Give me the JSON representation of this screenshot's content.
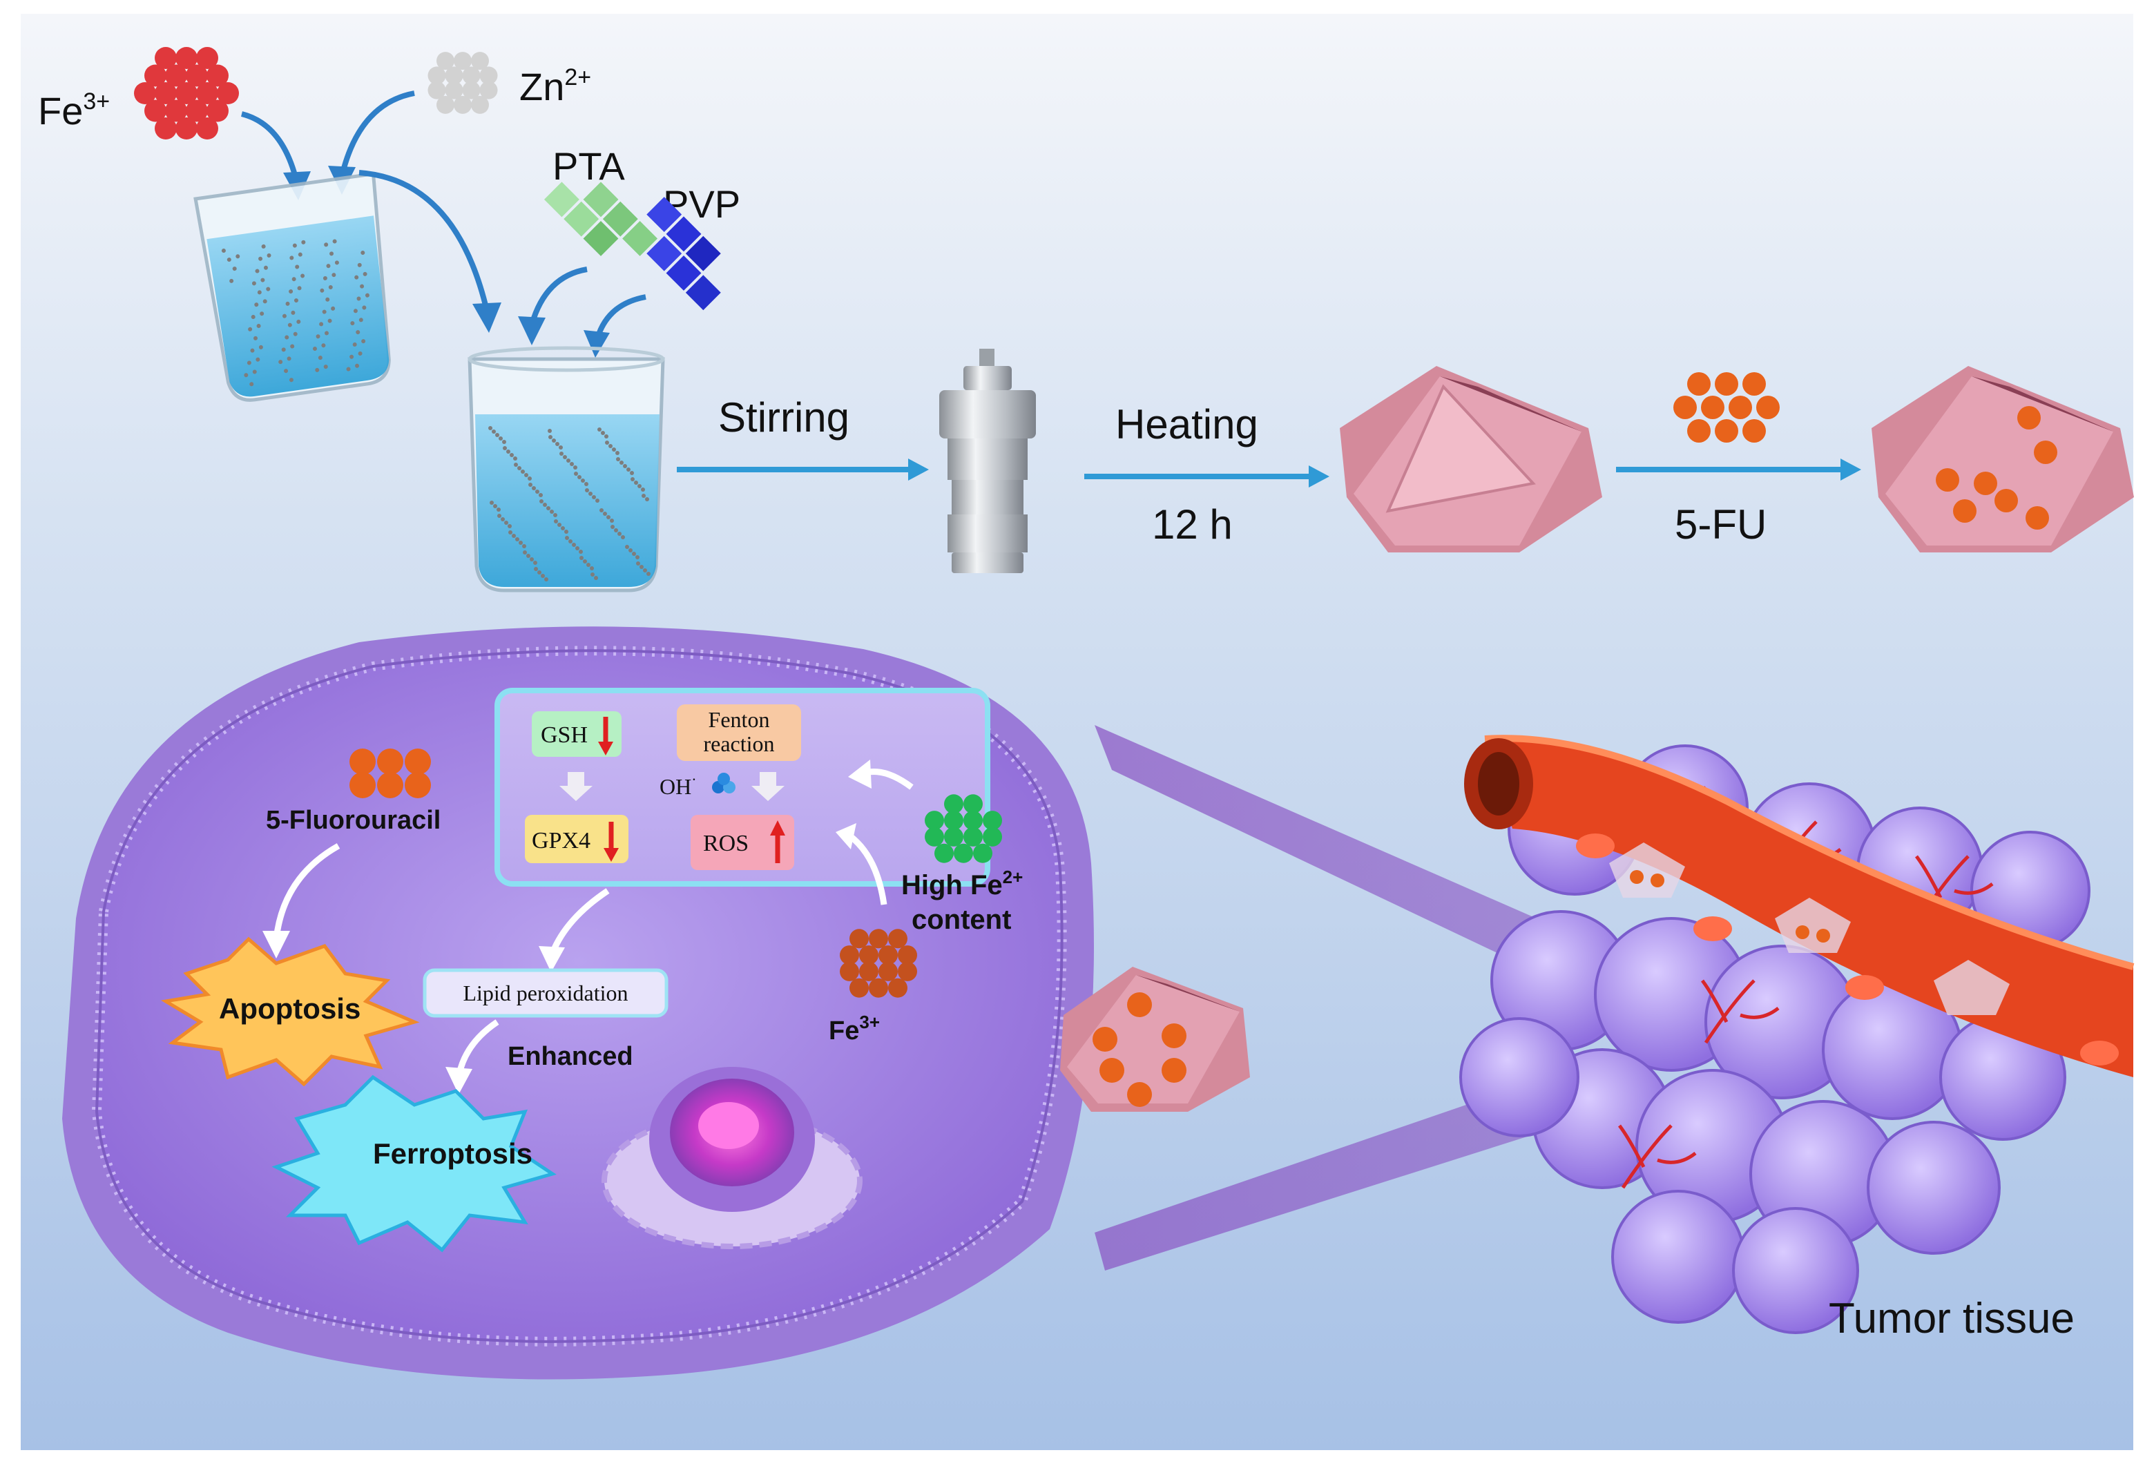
{
  "labels": {
    "fe3": "Fe",
    "fe3_sup": "3+",
    "zn2": "Zn",
    "zn2_sup": "2+",
    "pta": "PTA",
    "pvp": "PVP",
    "stirring": "Stirring",
    "heating": "Heating",
    "time": "12 h",
    "fu": "5-FU",
    "fluorouracil": "5-Fluorouracil",
    "gsh": "GSH",
    "fenton_1": "Fenton",
    "fenton_2": "reaction",
    "oh": "OH",
    "oh_sup": "·",
    "gpx4": "GPX4",
    "ros": "ROS",
    "high_fe_1": "High Fe",
    "high_fe_sup": "2+",
    "high_fe_2": "content",
    "apoptosis": "Apoptosis",
    "lipid": "Lipid peroxidation",
    "enhanced": "Enhanced",
    "ferroptosis": "Ferroptosis",
    "fe3_cell": "Fe",
    "fe3_cell_sup": "3+",
    "tumor": "Tumor tissue"
  },
  "colors": {
    "background_top": "#f1f4f9",
    "background_bottom": "#a9c2e6",
    "arrow_blue": "#2f7fc8",
    "fe3_red": "#e0383c",
    "zn_grey": "#d0d0d0",
    "pta_green": "#7fcc7f",
    "pvp_blue": "#2a32d8",
    "drug_orange": "#e8631b",
    "particle_pink": "#d48a9b",
    "cell_purple": "#a98be0",
    "fe2_green": "#22b856",
    "fe3_brown": "#c4511e",
    "vessel_red": "#e5451f",
    "tumor_purple": "#a88ee6",
    "beam_purple": "#8a55c4",
    "down_arrow_red": "#e02020"
  }
}
